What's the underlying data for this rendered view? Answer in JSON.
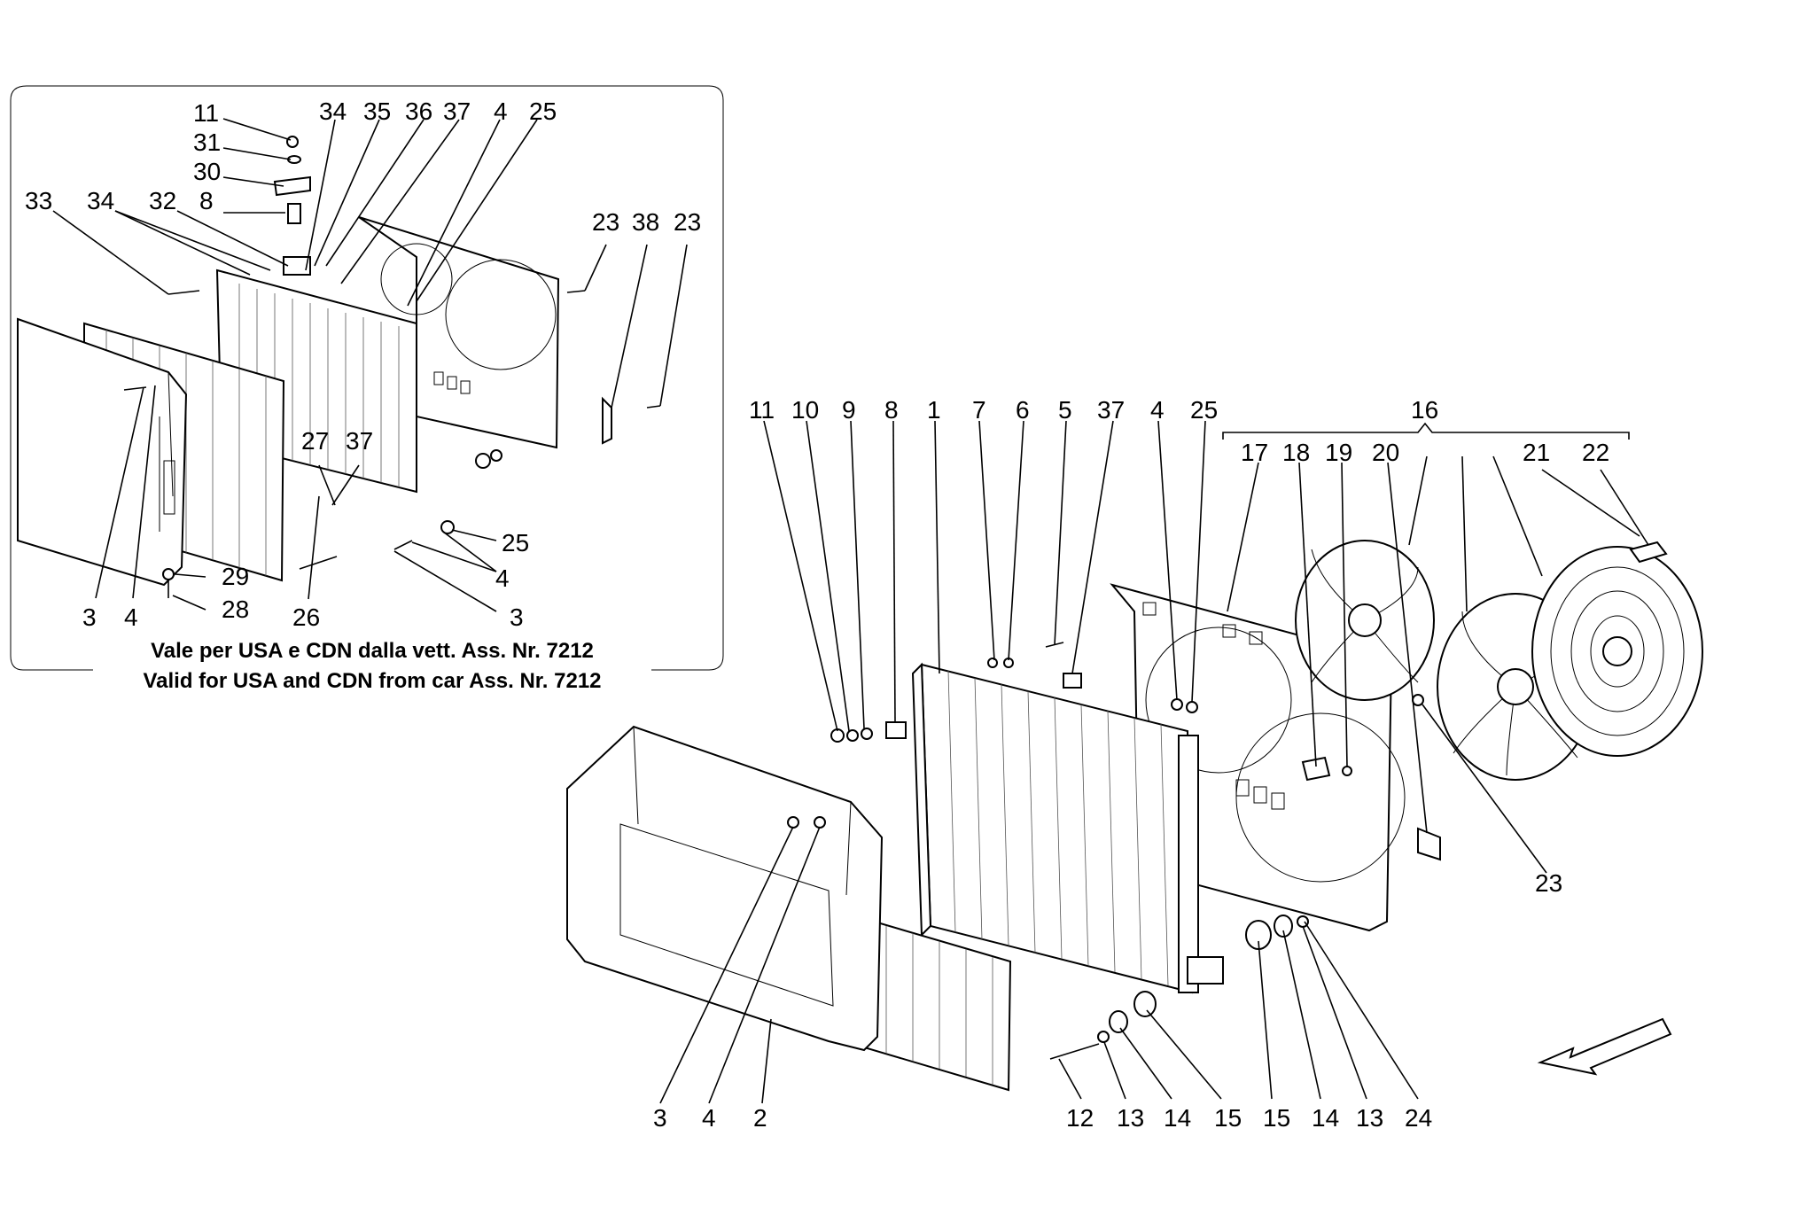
{
  "inset": {
    "note_line_1": "Vale per USA e CDN dalla vett. Ass. Nr. 7212",
    "note_line_2": "Valid for USA and CDN from car Ass. Nr. 7212",
    "callouts": [
      "11",
      "31",
      "30",
      "8",
      "34",
      "35",
      "36",
      "37",
      "4",
      "25",
      "33",
      "34",
      "32",
      "23",
      "38",
      "23",
      "3",
      "4",
      "27",
      "37",
      "25",
      "4",
      "29",
      "28",
      "26",
      "3"
    ]
  },
  "main": {
    "callouts": [
      "11",
      "10",
      "9",
      "8",
      "1",
      "7",
      "6",
      "5",
      "37",
      "4",
      "25",
      "16",
      "17",
      "18",
      "19",
      "20",
      "21",
      "22",
      "23",
      "3",
      "4",
      "2",
      "12",
      "13",
      "14",
      "15",
      "15",
      "14",
      "13",
      "24"
    ]
  },
  "arrow": {
    "icon": "direction-arrow-icon"
  }
}
